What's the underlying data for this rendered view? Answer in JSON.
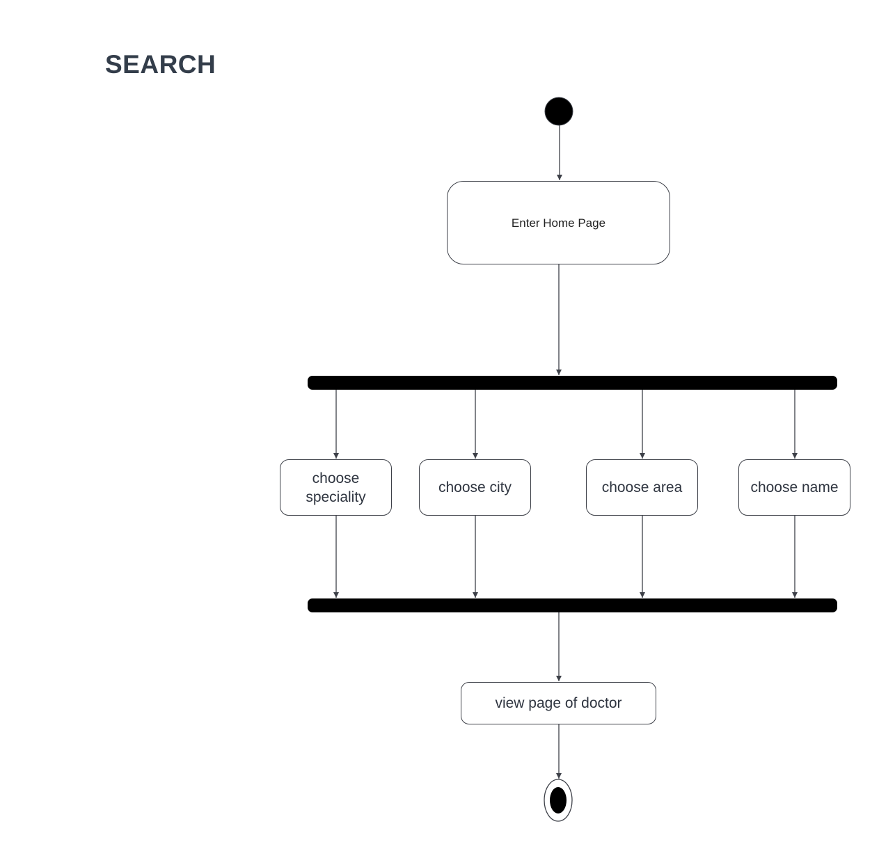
{
  "title": "SEARCH",
  "nodes": {
    "enter_home": "Enter Home Page",
    "choose_speciality": "choose speciality",
    "choose_city": "choose city",
    "choose_area": "choose area",
    "choose_name": "choose name",
    "view_doctor": "view page of doctor"
  },
  "colors": {
    "stroke": "#3d4048",
    "fill_dark": "#000000",
    "title": "#333d4a",
    "text": "#2f3540"
  }
}
